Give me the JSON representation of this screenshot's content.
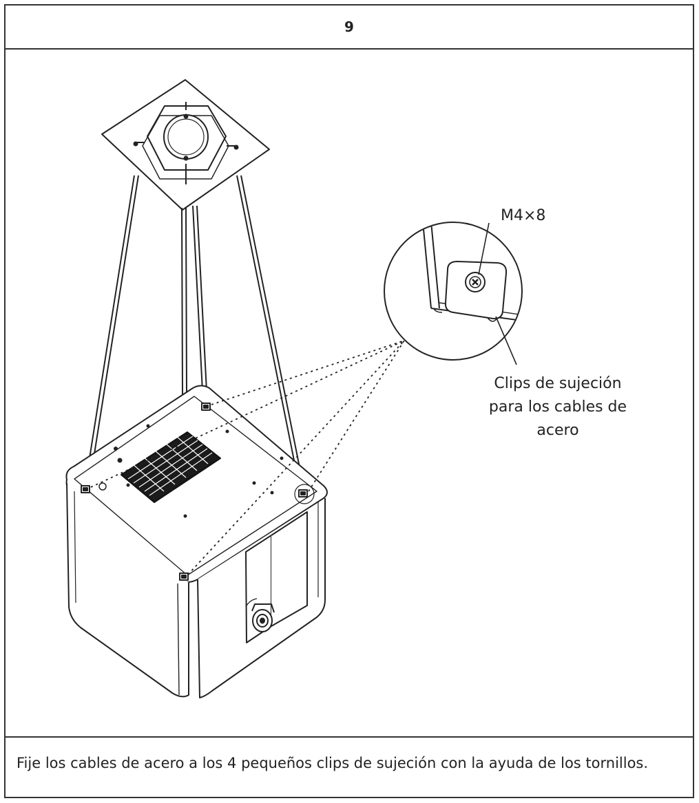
{
  "step": {
    "number": "9"
  },
  "figure": {
    "screw_label": "M4×8",
    "clip_label_lines": [
      "Clips de sujeción",
      "para los cables de",
      "acero"
    ]
  },
  "caption": {
    "text": "Fije los cables de acero a los 4 pequeños clips de sujeción con la ayuda de los tornillos."
  }
}
